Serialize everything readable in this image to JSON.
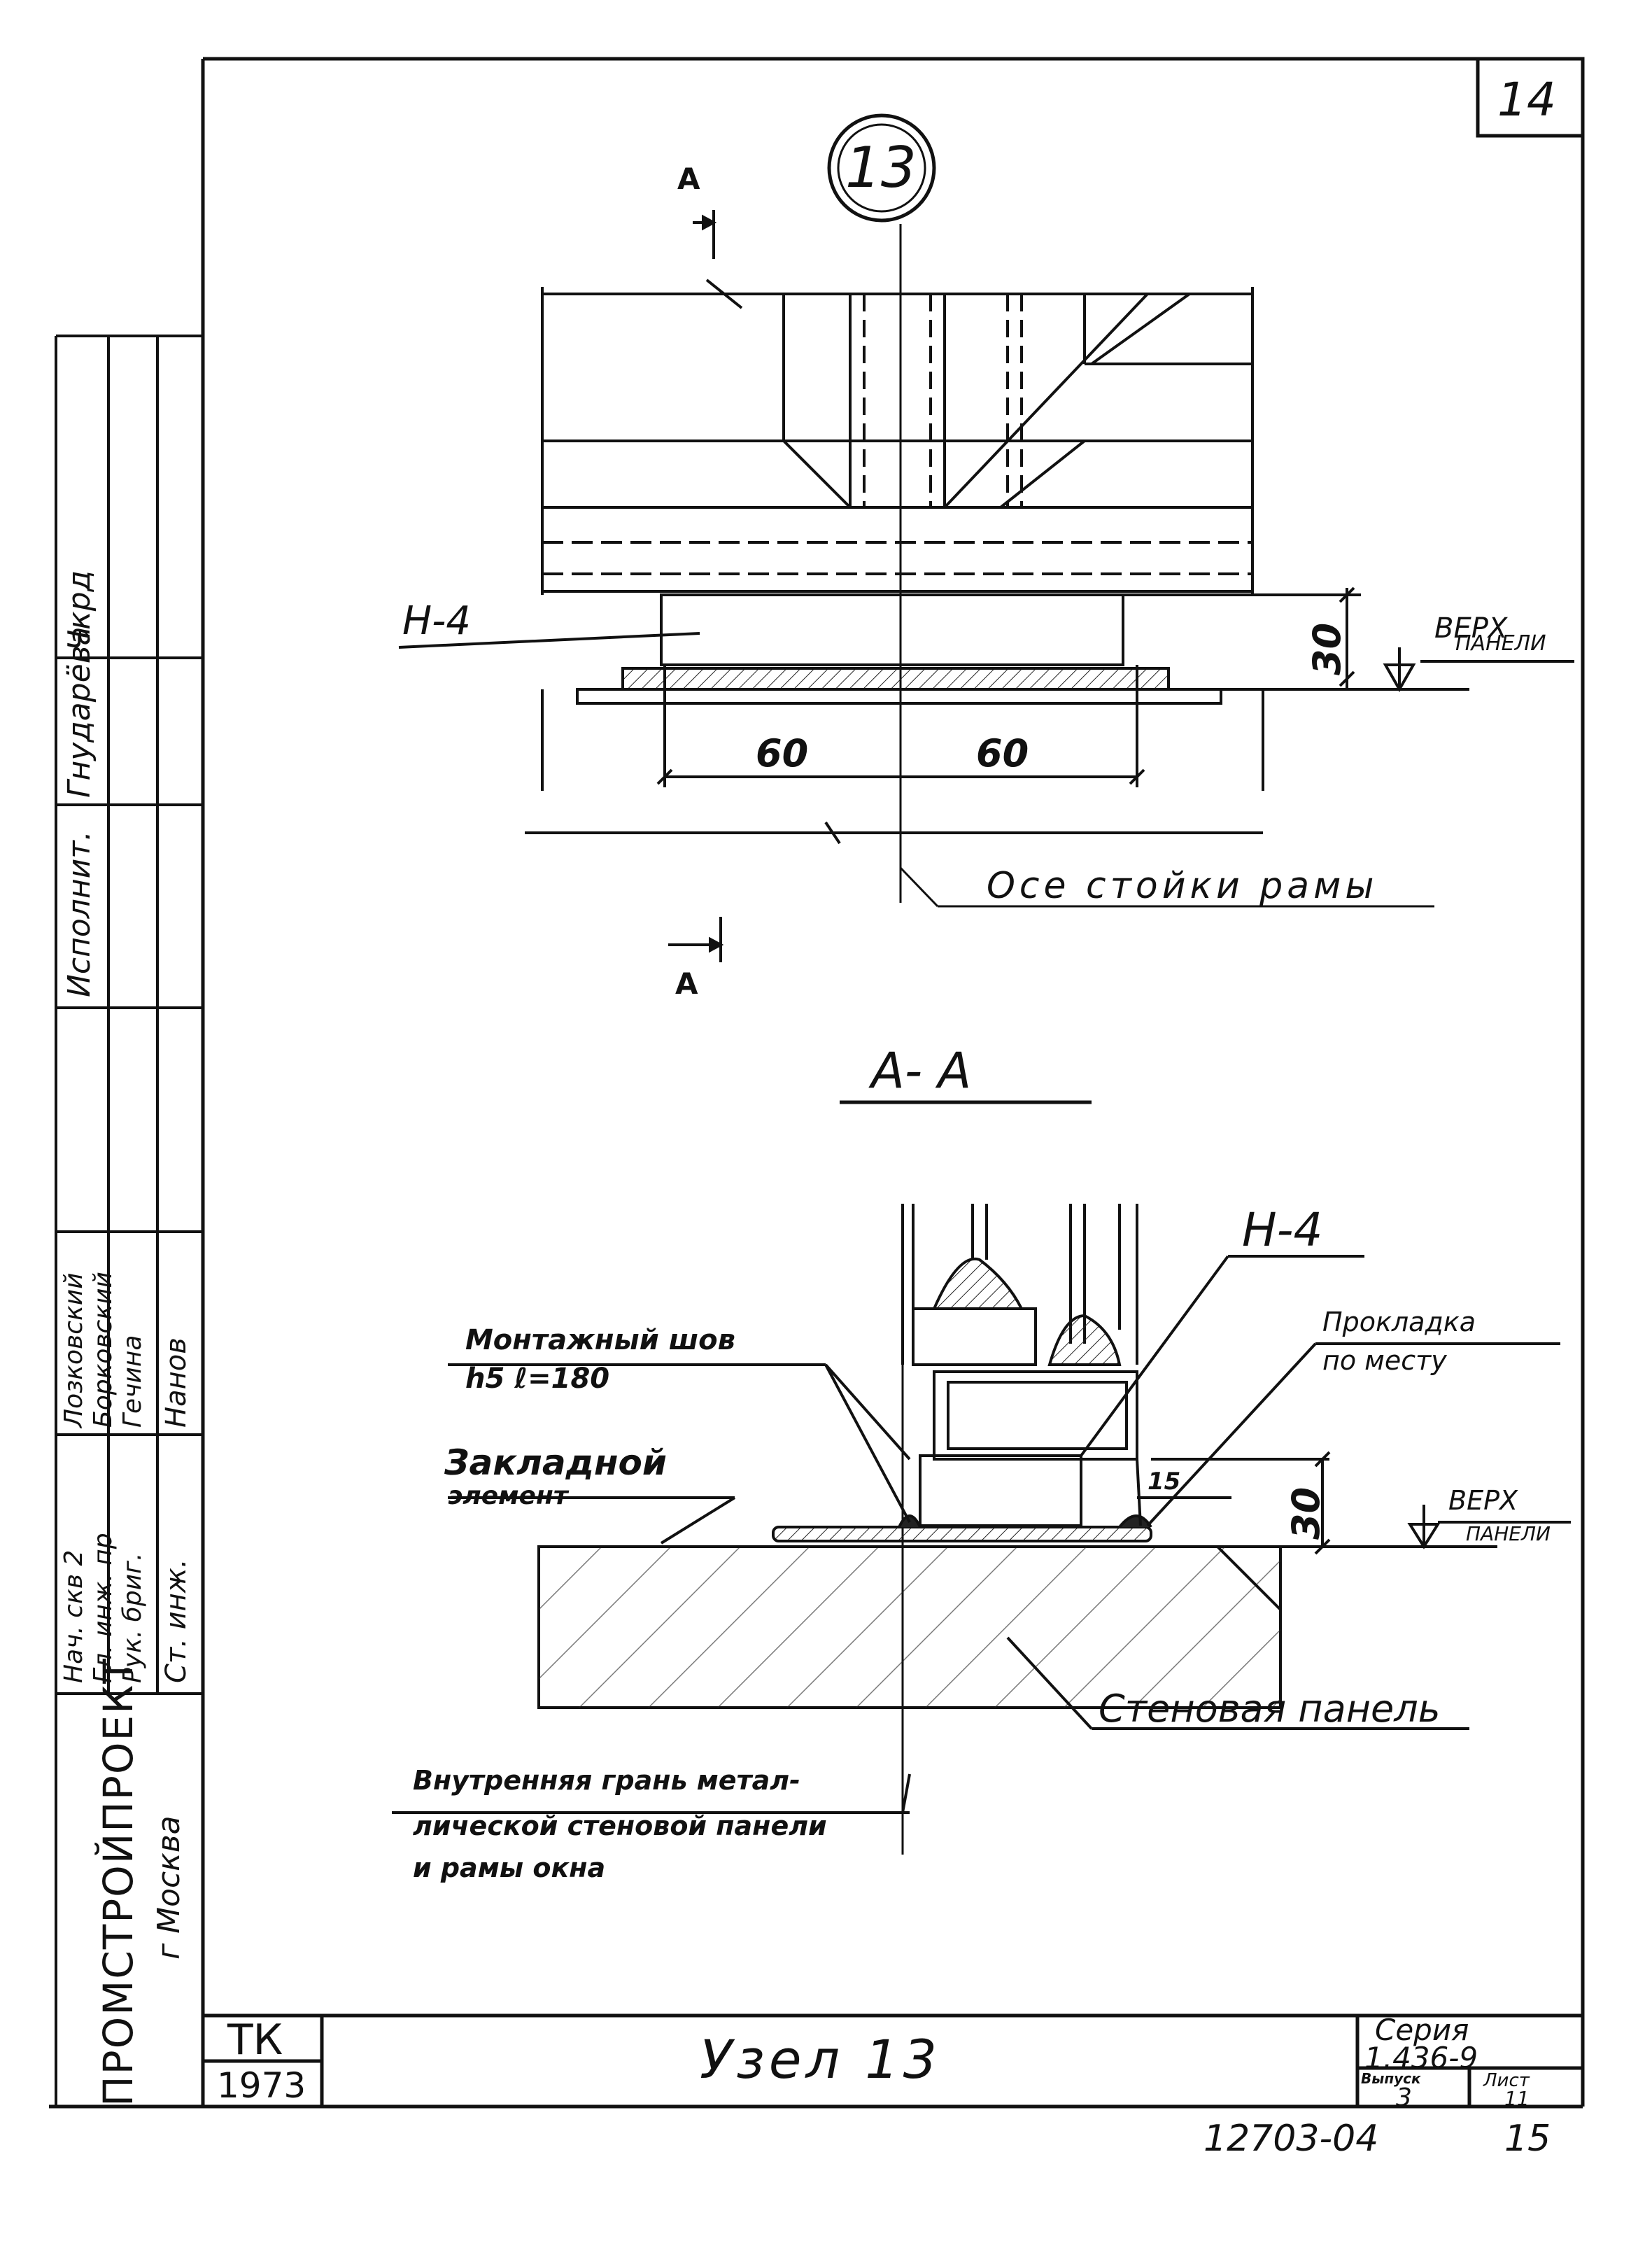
{
  "sheet": {
    "sheet_number_corner": "14",
    "node_callout": "13",
    "section_mark": "А",
    "section_title": "А- А"
  },
  "plan_view": {
    "label_h4": "Н-4",
    "dim_60_left": "60",
    "dim_60_right": "60",
    "dim_30": "30",
    "level_label_1": "ВЕРХ",
    "level_label_2": "ПАНЕЛИ",
    "axis_label": "Осе стойки рамы"
  },
  "section_view": {
    "label_h4": "Н-4",
    "weld_label_1": "Монтажный шов",
    "weld_label_2": "h5 ℓ=180",
    "embedded_label_1": "Закладной",
    "embedded_label_2": "элемент",
    "gasket_label_1": "Прокладка",
    "gasket_label_2": "по месту",
    "dim_15": "15",
    "dim_30": "30",
    "level_label_1": "ВЕРХ",
    "level_label_2": "ПАНЕЛИ",
    "inner_face_1": "Внутренняя грань метал-",
    "inner_face_2": "лической стеновой панели",
    "inner_face_3": "и рамы окна",
    "wall_panel": "Стеновая панель"
  },
  "left_stamp": {
    "rows": [
      {
        "role": "Исполнит.",
        "name": "Гнударёва",
        "sign": "Чкрд"
      },
      {
        "role": "Нач. скв 2",
        "name": "Лозковский",
        "sign": ""
      },
      {
        "role": "Гл. инж. пр",
        "name": "Борковский",
        "sign": ""
      },
      {
        "role": "Рук. бриг.",
        "name": "Гечина",
        "sign": ""
      },
      {
        "role": "Ст. инж.",
        "name": "Нанов",
        "sign": ""
      }
    ],
    "org_name": "ПРОМСТРОЙПРОЕКТ",
    "org_city": "г Москва"
  },
  "title_block": {
    "tk": "ТК",
    "year": "1973",
    "title": "Узел 13",
    "series_label": "Серия",
    "series_value": "1.436-9",
    "issue_label": "Выпуск",
    "issue_value": "3",
    "sheet_label": "Лист",
    "sheet_value": "11"
  },
  "footer": {
    "doc_code": "12703-04",
    "page": "15"
  }
}
